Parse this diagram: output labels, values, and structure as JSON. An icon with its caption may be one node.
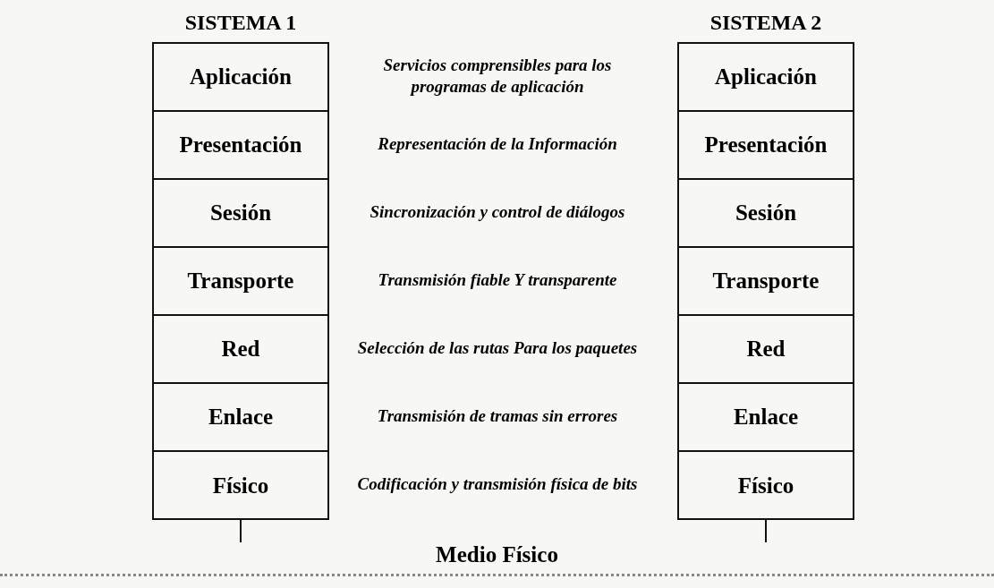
{
  "diagram": {
    "nodes": [
      {
        "text": [
          "SISTEMA 1"
        ]
      },
      {
        "text": [
          "Aplicación"
        ],
        "in": 0
      },
      {
        "text": [
          "Presentación"
        ],
        "in": 0
      },
      {
        "text": [
          "Sesión"
        ],
        "in": 0
      },
      {
        "text": [
          "Transporte"
        ],
        "in": 0
      },
      {
        "text": [
          "Red"
        ],
        "in": 0
      },
      {
        "text": [
          "Enlace"
        ],
        "in": 0
      },
      {
        "text": [
          "Físico"
        ],
        "in": 0
      },
      {
        "text": [
          "SISTEMA 2"
        ]
      },
      {
        "text": [
          "Aplicación"
        ],
        "in": 8
      },
      {
        "text": [
          "Presentación"
        ],
        "in": 8
      },
      {
        "text": [
          "Sesión"
        ],
        "in": 8
      },
      {
        "text": [
          "Transporte"
        ],
        "in": 8
      },
      {
        "text": [
          "Red"
        ],
        "in": 8
      },
      {
        "text": [
          "Enlace"
        ],
        "in": 8
      },
      {
        "text": [
          "Físico"
        ],
        "in": 8
      },
      {
        "text": [
          "Medio Físico"
        ]
      }
    ],
    "edges": [
      {
        "from": 7,
        "to": 16,
        "arrow": "none"
      },
      {
        "from": 15,
        "to": 16,
        "arrow": "none"
      }
    ],
    "labels": [
      "Servicios comprensibles para los programas de aplicación",
      "Representación de la Información",
      "Sincronización y control de diálogos",
      "Transmisión fiable Y transparente",
      "Selección de las rutas Para los paquetes",
      "Transmisión de tramas sin errores",
      "Codificación y transmisión física de bits"
    ]
  }
}
